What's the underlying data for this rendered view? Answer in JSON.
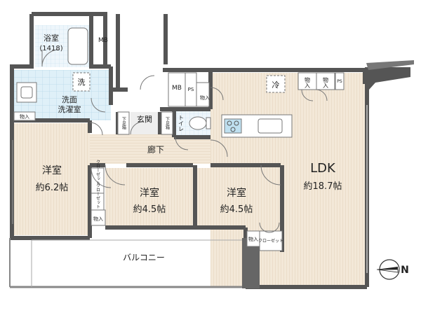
{
  "rooms": {
    "bath": "浴室",
    "bath_size": "(1418)",
    "wash_label": "洗",
    "washroom_line1": "洗面",
    "washroom_line2": "洗濯室",
    "entrance": "玄関",
    "hallway": "廊下",
    "toilet": "トイレ",
    "ldk": "LDK",
    "ldk_size": "約18.7帖",
    "western1": "洋室",
    "western1_size": "約6.2帖",
    "western2": "洋室",
    "western2_size": "約4.5帖",
    "western3": "洋室",
    "western3_size": "約4.5帖",
    "balcony": "バルコニー"
  },
  "labels": {
    "mb": "MB",
    "ps": "PS",
    "storage": "物入",
    "shoe_closet": "下足箱",
    "closet": "クローゼット",
    "fridge": "冷"
  },
  "compass": {
    "label": "N"
  },
  "colors": {
    "wood_floor": "#f3e8d8",
    "wood_line": "#e3d2ba",
    "tile_floor": "#dff0f8",
    "tile_line": "#b9d8ea",
    "wall": "#555555",
    "stove": "#bfe0f0"
  }
}
